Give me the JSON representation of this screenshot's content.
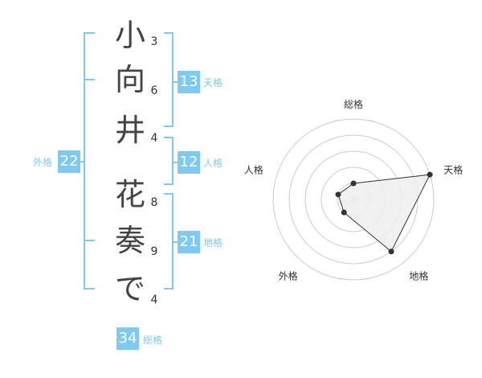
{
  "name": {
    "characters": [
      {
        "char": "小",
        "strokes": "3"
      },
      {
        "char": "向",
        "strokes": "6"
      },
      {
        "char": "井",
        "strokes": "4"
      },
      {
        "char": "花",
        "strokes": "8"
      },
      {
        "char": "奏",
        "strokes": "9"
      },
      {
        "char": "で",
        "strokes": "4"
      }
    ]
  },
  "kakusu": {
    "tenkaku": {
      "value": "13",
      "label": "天格"
    },
    "jinkaku": {
      "value": "12",
      "label": "人格"
    },
    "chikaku": {
      "value": "21",
      "label": "地格"
    },
    "gaikaku": {
      "value": "22",
      "label": "外格"
    },
    "soukaku": {
      "value": "34",
      "label": "総格"
    }
  },
  "chart_data": {
    "type": "radar",
    "axes": [
      "総格",
      "天格",
      "地格",
      "外格",
      "人格"
    ],
    "values": [
      1,
      5,
      4,
      1,
      1
    ],
    "rmax": 5,
    "rings": 5,
    "grid": true
  },
  "colors": {
    "accent": "#7fcaf2",
    "text": "#444444",
    "grid": "#cccccc",
    "fill": "#eeeeee",
    "line": "#333333"
  }
}
